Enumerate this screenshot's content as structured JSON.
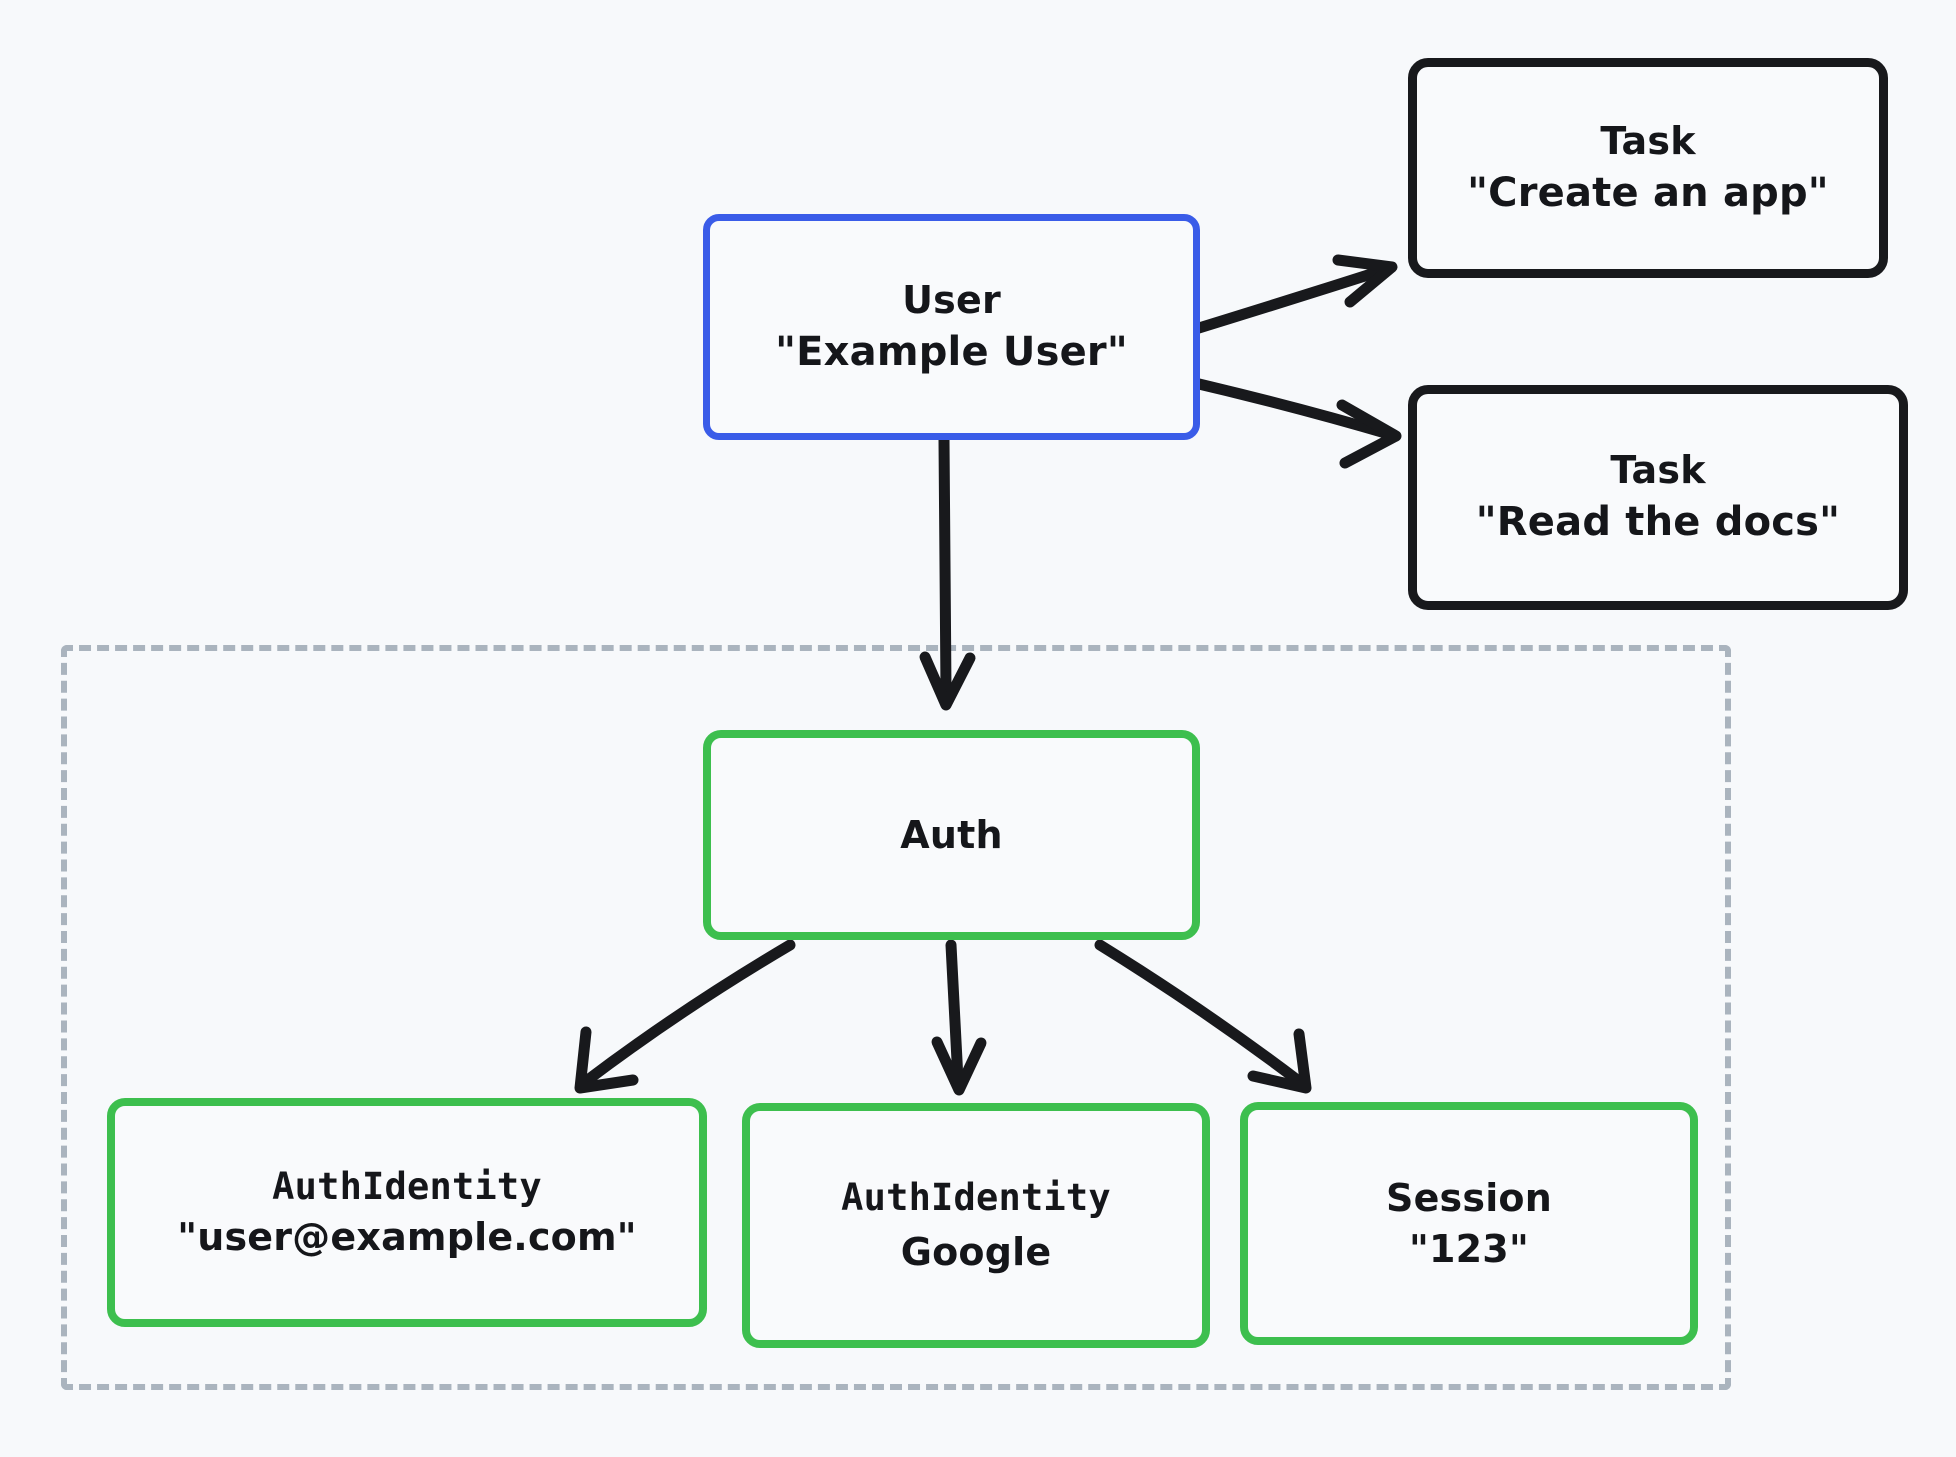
{
  "diagram": {
    "title": "User authentication entity relationship diagram",
    "background_color": "#f7f9fb",
    "colors": {
      "user_border": "#3a5ce8",
      "task_border": "#18191c",
      "auth_border": "#3dbf4e",
      "group_border": "#aab4be",
      "arrow": "#18191c",
      "node_fill": "#f9fafc",
      "text": "#15161a"
    }
  },
  "nodes": {
    "user": {
      "type_label": "User",
      "value_label": "\"Example User\""
    },
    "task_create_app": {
      "type_label": "Task",
      "value_label": "\"Create an app\""
    },
    "task_read_docs": {
      "type_label": "Task",
      "value_label": "\"Read the docs\""
    },
    "auth": {
      "type_label": "Auth"
    },
    "auth_identity_email": {
      "type_label": "AuthIdentity",
      "value_label": "\"user@example.com\""
    },
    "auth_identity_google": {
      "type_label": "AuthIdentity",
      "value_label": "Google"
    },
    "session": {
      "type_label": "Session",
      "value_label": "\"123\""
    }
  },
  "edges": [
    {
      "from": "user",
      "to": "task_create_app"
    },
    {
      "from": "user",
      "to": "task_read_docs"
    },
    {
      "from": "user",
      "to": "auth"
    },
    {
      "from": "auth",
      "to": "auth_identity_email"
    },
    {
      "from": "auth",
      "to": "auth_identity_google"
    },
    {
      "from": "auth",
      "to": "session"
    }
  ],
  "group": {
    "name": "auth-subsystem-group",
    "style": "dashed"
  }
}
